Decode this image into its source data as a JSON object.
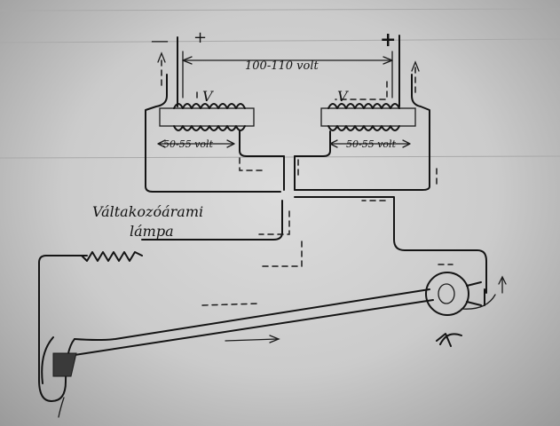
{
  "diagram": {
    "top_sign_left": "—",
    "top_sign_left_plus": "+",
    "top_sign_right": "+",
    "voltage_top": "100-110 volt",
    "voltage_left": "50-55 volt",
    "voltage_right": "50-55 volt",
    "coil_left_mark": "V",
    "coil_right_mark": "V",
    "lamp_label_line1": "Váltakozóárami",
    "lamp_label_line2": "lámpa"
  }
}
